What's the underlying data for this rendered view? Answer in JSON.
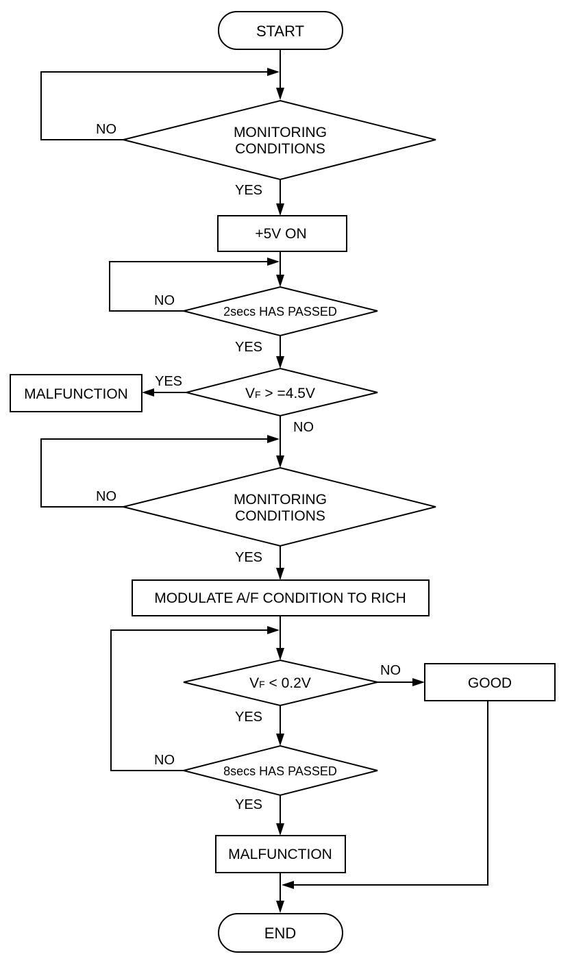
{
  "nodes": {
    "start": "START",
    "monitoring_1": [
      "MONITORING",
      "CONDITIONS"
    ],
    "plus5v_on": "+5V ON",
    "wait_2secs": "2secs HAS PASSED",
    "vf_high_check": {
      "symbol": "V",
      "subscript": "F",
      "condition": " > =4.5V"
    },
    "malfunction_1": "MALFUNCTION",
    "monitoring_2": [
      "MONITORING",
      "CONDITIONS"
    ],
    "modulate_af": "MODULATE A/F CONDITION TO RICH",
    "vf_low_check": {
      "symbol": "V",
      "subscript": "F",
      "condition": " < 0.2V"
    },
    "good": "GOOD",
    "wait_8secs": "8secs HAS PASSED",
    "malfunction_2": "MALFUNCTION",
    "end": "END"
  },
  "edge_labels": {
    "monitoring_1_no": "NO",
    "monitoring_1_yes": "YES",
    "wait_2secs_no": "NO",
    "wait_2secs_yes": "YES",
    "vf_high_check_yes": "YES",
    "vf_high_check_no": "NO",
    "monitoring_2_no": "NO",
    "monitoring_2_yes": "YES",
    "vf_low_check_no": "NO",
    "vf_low_check_yes": "YES",
    "wait_8secs_no": "NO",
    "wait_8secs_yes": "YES"
  }
}
